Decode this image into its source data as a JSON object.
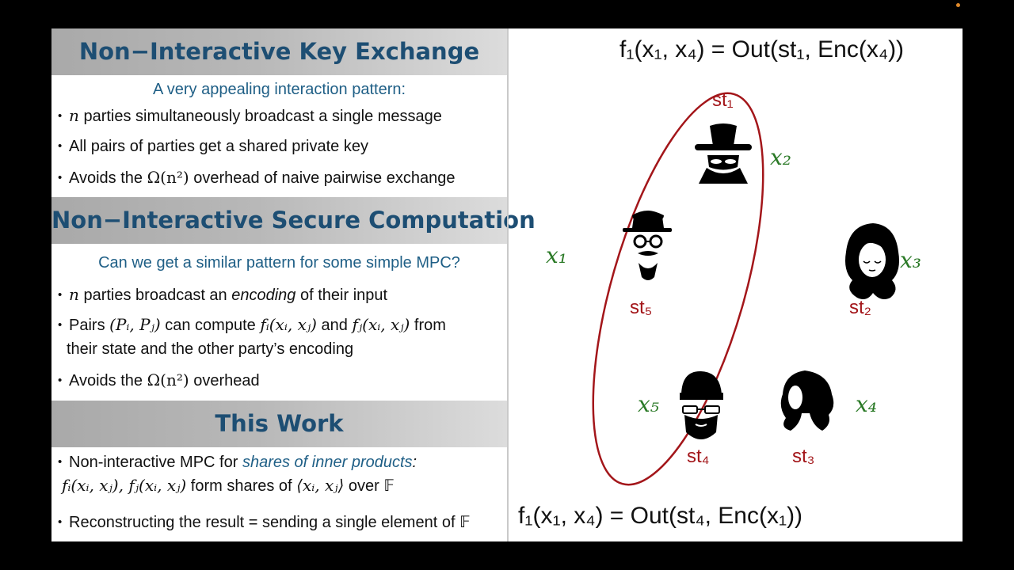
{
  "sections": {
    "nike": {
      "title": "Non−Interactive Key Exchange",
      "subtitle": "A very appealing interaction pattern:",
      "bullet1_var": "n",
      "bullet1_text": "parties simultaneously broadcast a single message",
      "bullet2_text": "All pairs of parties get a shared private key",
      "bullet3_pre": "Avoids the",
      "bullet3_math": "Ω(n²)",
      "bullet3_post": "overhead of naive pairwise exchange"
    },
    "nisc": {
      "title": "Non−Interactive Secure Computation",
      "subtitle": "Can we get a similar pattern for some simple MPC?",
      "bullet1_var": "n",
      "bullet1_pre": "parties broadcast an",
      "bullet1_em": "encoding",
      "bullet1_post": "of their input",
      "bullet2_pre": "Pairs",
      "bullet2_m1": "(Pᵢ, Pⱼ)",
      "bullet2_mid": "can compute",
      "bullet2_m2": "fᵢ(xᵢ, xⱼ)",
      "bullet2_and": "and",
      "bullet2_m3": "fⱼ(xᵢ, xⱼ)",
      "bullet2_post": "from",
      "bullet2_line2": "their state and the other party’s encoding",
      "bullet3_pre": "Avoids the",
      "bullet3_math": "Ω(n²)",
      "bullet3_post": "overhead"
    },
    "this_work": {
      "title": "This Work",
      "bullet1_pre": "Non-interactive MPC for",
      "bullet1_em": "shares of inner products",
      "bullet1_colon": ":",
      "bullet1_line2_math": "fᵢ(xᵢ, xⱼ), fⱼ(xᵢ, xⱼ)",
      "bullet1_line2_mid": "form shares of",
      "bullet1_line2_math2": "⟨xᵢ, xⱼ⟩",
      "bullet1_line2_post": "over 𝔽",
      "bullet2_text": "Reconstructing the result = sending a single element of 𝔽"
    }
  },
  "diagram": {
    "top_formula": "f₁(x₁, x₄) = Out(st₁, Enc(x₄))",
    "bottom_formula": "f₁(x₁, x₄) = Out(st₄, Enc(x₁))",
    "parties": [
      {
        "state": "st₁",
        "input": "x₂",
        "icon": "spy-icon"
      },
      {
        "state": "st₂",
        "input": "x₃",
        "icon": "woman-icon"
      },
      {
        "state": "st₃",
        "input": "x₄",
        "icon": "curly-hair-icon"
      },
      {
        "state": "st₄",
        "input": "x₅",
        "icon": "bearded-man-icon"
      },
      {
        "state": "st₅",
        "input": "x₁",
        "icon": "hat-glasses-man-icon"
      }
    ],
    "colors": {
      "state": "#a3161a",
      "input": "#2b7a27",
      "ellipse": "#a3161a",
      "title": "#1d4e73"
    }
  }
}
